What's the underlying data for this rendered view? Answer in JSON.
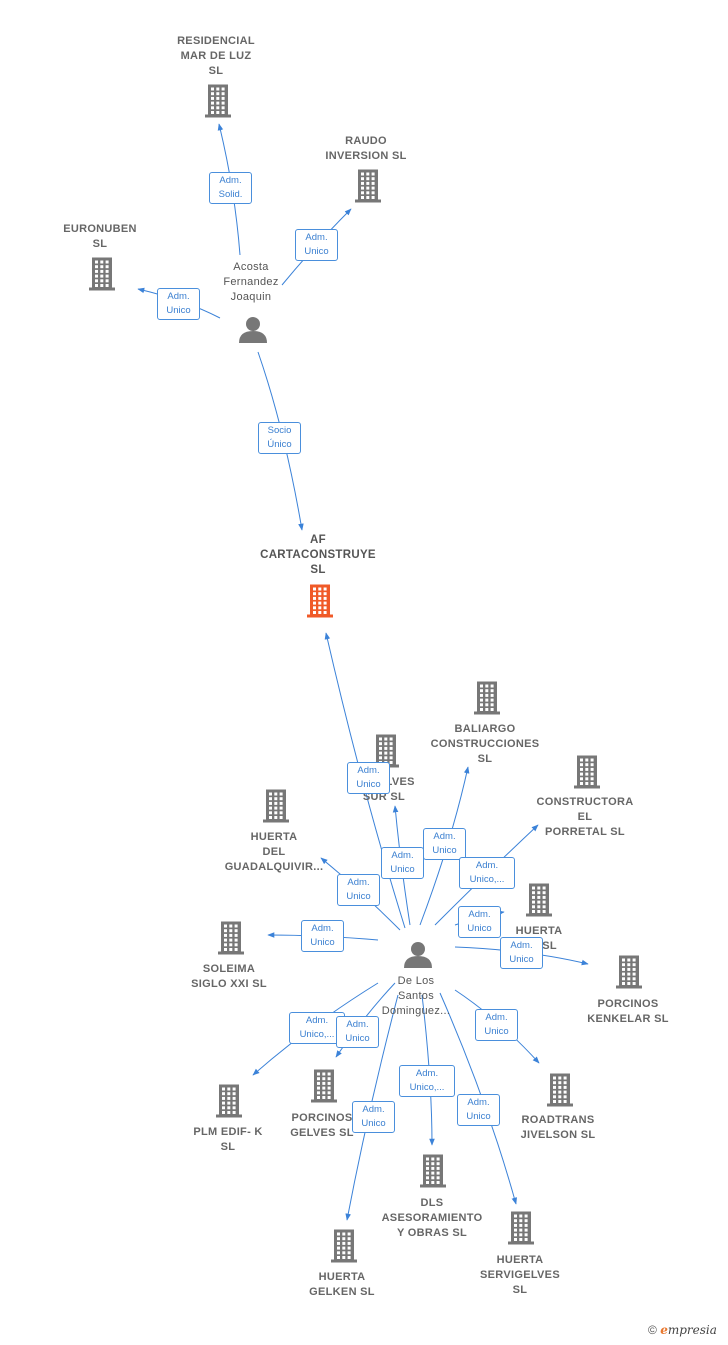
{
  "colors": {
    "edge": "#3b82d8",
    "edge_label_border": "#4a8fdc",
    "building": "#777777",
    "main_building": "#f05a28",
    "person": "#777777"
  },
  "nodes": {
    "residencial": {
      "label": "RESIDENCIAL\nMAR DE LUZ\nSL",
      "icon": "building-icon"
    },
    "raudo": {
      "label": "RAUDO\nINVERSION  SL",
      "icon": "building-icon"
    },
    "euronuben": {
      "label": "EURONUBEN\nSL",
      "icon": "building-icon"
    },
    "acosta": {
      "label": "Acosta\nFernandez\nJoaquin",
      "icon": "person-icon"
    },
    "af": {
      "label": "AF\nCARTACONSTRUYE\nSL",
      "icon": "building-icon"
    },
    "baliargo": {
      "label": "BALIARGO\nCONSTRUCCIONES\nSL",
      "icon": "building-icon"
    },
    "tgelves": {
      "label": "T...GELVES\nSUR  SL",
      "icon": "building-icon"
    },
    "constructora": {
      "label": "CONSTRUCTORA\nEL\nPORRETAL  SL",
      "icon": "building-icon"
    },
    "huerta_guad": {
      "label": "HUERTA\nDEL\nGUADALQUIVIR...",
      "icon": "building-icon"
    },
    "huerta_s": {
      "label": "HUERTA\n...S  SL",
      "icon": "building-icon"
    },
    "soleima": {
      "label": "SOLEIMA\nSIGLO XXI  SL",
      "icon": "building-icon"
    },
    "delossantos": {
      "label": "De Los\nSantos\nDominguez...",
      "icon": "person-icon"
    },
    "kenkelar": {
      "label": "PORCINOS\nKENKELAR  SL",
      "icon": "building-icon"
    },
    "plm": {
      "label": "PLM EDIF- K\nSL",
      "icon": "building-icon"
    },
    "porcinos_gelves": {
      "label": "PORCINOS\nGELVES  SL",
      "icon": "building-icon"
    },
    "roadtrans": {
      "label": "ROADTRANS\nJIVELSON  SL",
      "icon": "building-icon"
    },
    "dls": {
      "label": "DLS\nASESORAMIENTO\nY OBRAS  SL",
      "icon": "building-icon"
    },
    "servigelves": {
      "label": "HUERTA\nSERVIGELVES\nSL",
      "icon": "building-icon"
    },
    "gelken": {
      "label": "HUERTA\nGELKEN  SL",
      "icon": "building-icon"
    }
  },
  "edges": [
    {
      "from": "acosta",
      "to": "residencial",
      "label": "Adm.\nSolid."
    },
    {
      "from": "acosta",
      "to": "raudo",
      "label": "Adm.\nUnico"
    },
    {
      "from": "acosta",
      "to": "euronuben",
      "label": "Adm.\nUnico"
    },
    {
      "from": "acosta",
      "to": "af",
      "label": "Socio\nÚnico"
    },
    {
      "from": "delossantos",
      "to": "af",
      "label": "Adm.\nUnico"
    },
    {
      "from": "delossantos",
      "to": "baliargo",
      "label": "Adm.\nUnico"
    },
    {
      "from": "delossantos",
      "to": "tgelves",
      "label": "Adm.\nUnico"
    },
    {
      "from": "delossantos",
      "to": "constructora",
      "label": "Adm.\nUnico,..."
    },
    {
      "from": "delossantos",
      "to": "huerta_guad",
      "label": "Adm.\nUnico"
    },
    {
      "from": "delossantos",
      "to": "huerta_s",
      "label": "Adm.\nUnico"
    },
    {
      "from": "delossantos",
      "to": "soleima",
      "label": "Adm.\nUnico"
    },
    {
      "from": "delossantos",
      "to": "kenkelar",
      "label": "Adm.\nUnico"
    },
    {
      "from": "delossantos",
      "to": "plm",
      "label": "Adm.\nUnico,..."
    },
    {
      "from": "delossantos",
      "to": "porcinos_gelves",
      "label": "Adm.\nUnico"
    },
    {
      "from": "delossantos",
      "to": "roadtrans",
      "label": "Adm.\nUnico"
    },
    {
      "from": "delossantos",
      "to": "dls",
      "label": "Adm.\nUnico,..."
    },
    {
      "from": "delossantos",
      "to": "servigelves",
      "label": "Adm.\nUnico"
    },
    {
      "from": "delossantos",
      "to": "gelken",
      "label": "Adm.\nUnico"
    }
  ],
  "footer": {
    "copyright_symbol": "©",
    "brand_initial": "e",
    "brand_rest": "mpresia"
  }
}
